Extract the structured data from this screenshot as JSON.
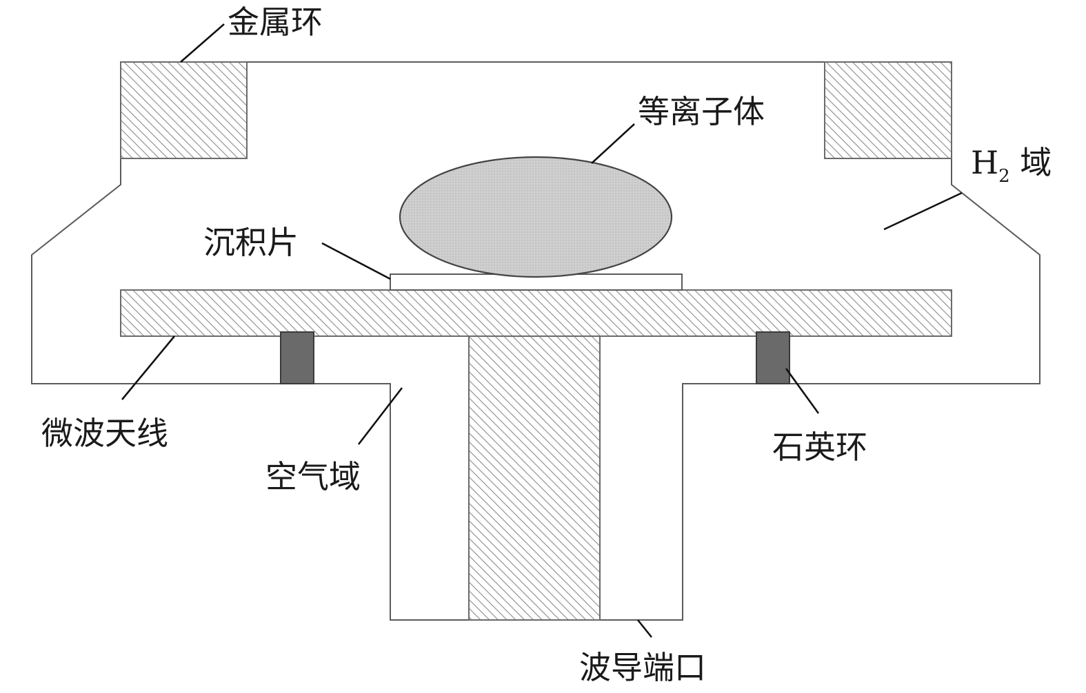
{
  "labels": {
    "metal_ring": "金属环",
    "plasma": "等离子体",
    "h2_domain_main": "H",
    "h2_domain_sub": "2",
    "h2_domain_suffix": " 域",
    "deposition_wafer": "沉积片",
    "microwave_antenna": "微波天线",
    "air_domain": "空气域",
    "quartz_ring": "石英环",
    "waveguide_port": "波导端口"
  },
  "colors": {
    "outline": "#5a5a5a",
    "hatch": "#8a8a8a",
    "plasma_fill": "#cfcfcf",
    "quartz_fill": "#6a6a6a",
    "wafer_fill": "#ffffff",
    "text": "#1a1a1a"
  }
}
